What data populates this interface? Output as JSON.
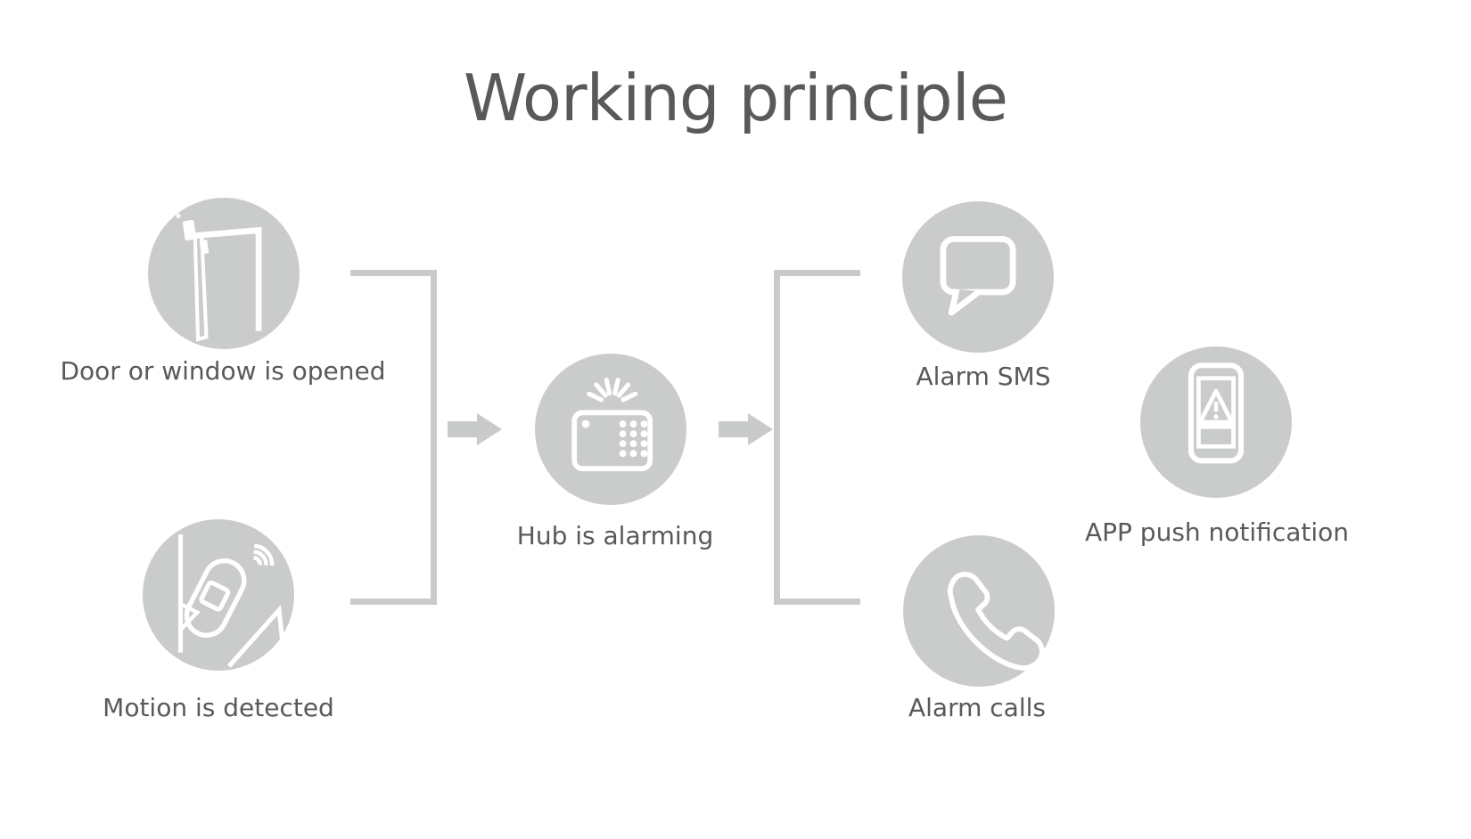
{
  "title": "Working principle",
  "colors": {
    "circle": "#cacbcb",
    "line": "#c9caca",
    "icon": "#ffffff",
    "text": "#58595b"
  },
  "nodes": {
    "door": {
      "label": "Door or window is opened",
      "icon": "door-window-sensor-icon"
    },
    "motion": {
      "label": "Motion is detected",
      "icon": "motion-sensor-icon"
    },
    "hub": {
      "label": "Hub is alarming",
      "icon": "alarm-hub-icon"
    },
    "sms": {
      "label": "Alarm SMS",
      "icon": "sms-speech-bubble-icon"
    },
    "calls": {
      "label": "Alarm calls",
      "icon": "phone-handset-icon"
    },
    "app": {
      "label": "APP push notification",
      "icon": "smartphone-alert-icon"
    }
  }
}
